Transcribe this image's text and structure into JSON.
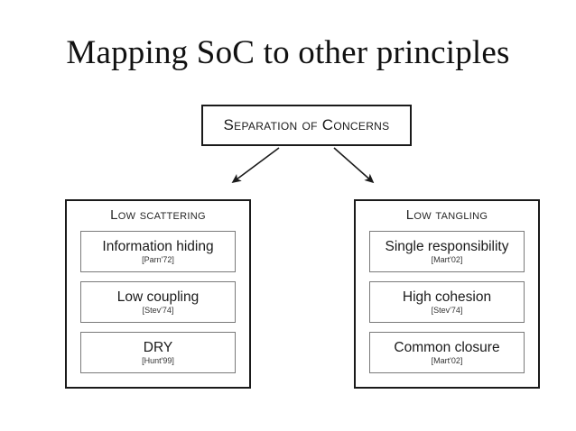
{
  "slide": {
    "title": "Mapping SoC to other principles",
    "background_color": "#ffffff",
    "text_color": "#1a1a1a",
    "border_color": "#1a1a1a",
    "inner_border_color": "#7a7a7a"
  },
  "root": {
    "label": "Separation of Concerns"
  },
  "groups": [
    {
      "header": "Low scattering",
      "items": [
        {
          "title": "Information hiding",
          "citation": "[Parn'72]"
        },
        {
          "title": "Low coupling",
          "citation": "[Stev'74]"
        },
        {
          "title": "DRY",
          "citation": "[Hunt'99]"
        }
      ]
    },
    {
      "header": "Low tangling",
      "items": [
        {
          "title": "Single responsibility",
          "citation": "[Mart'02]"
        },
        {
          "title": "High cohesion",
          "citation": "[Stev'74]"
        },
        {
          "title": "Common closure",
          "citation": "[Mart'02]"
        }
      ]
    }
  ]
}
